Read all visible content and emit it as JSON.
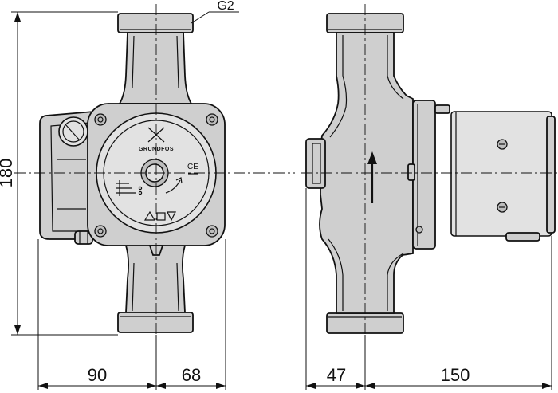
{
  "labels": {
    "thread": "G2",
    "brand": "GRUNDFOS",
    "ce_mark": "CE"
  },
  "dimensions": {
    "height": "180",
    "width_left": "90",
    "width_right": "68",
    "depth_front": "47",
    "depth_back": "150"
  }
}
